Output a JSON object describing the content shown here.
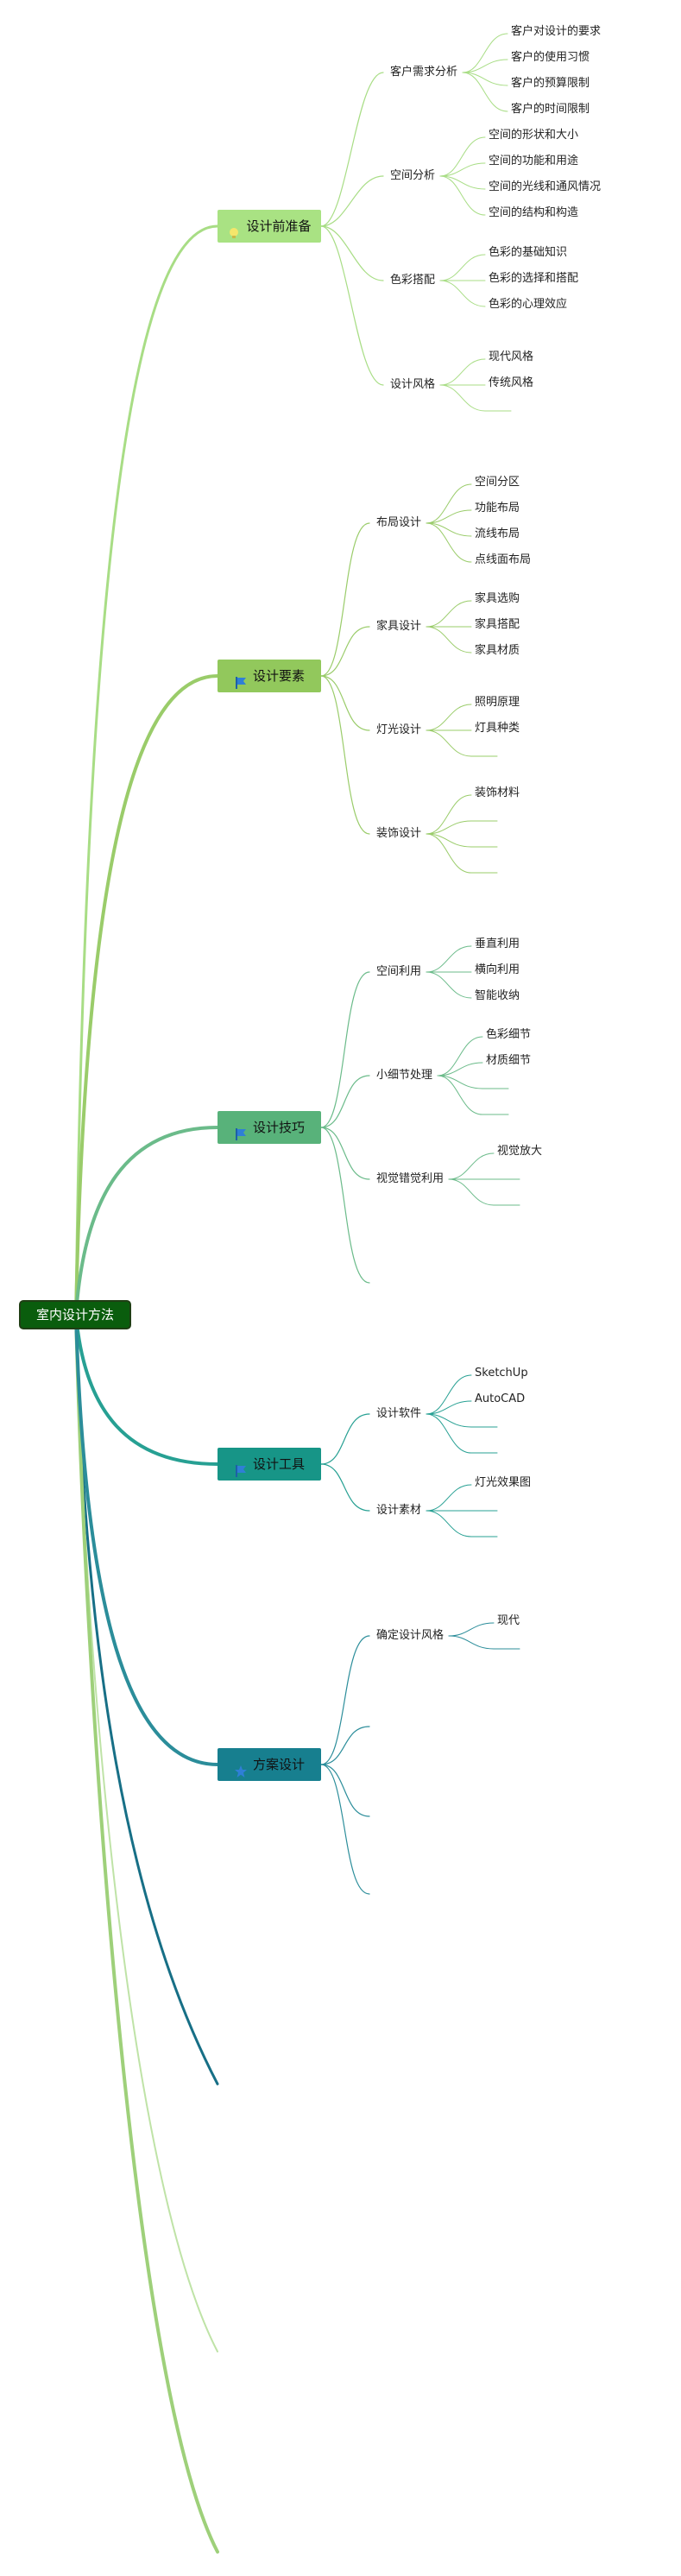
{
  "root": {
    "label": "室内设计方法"
  },
  "branches": [
    {
      "key": "prep",
      "label": "设计前准备",
      "icon": "lightbulb-icon",
      "colors": {
        "node": "#a9e283",
        "line": "#a8dd85",
        "icon": "#f4e66b"
      },
      "children": [
        {
          "label": "客户需求分析",
          "children": [
            "客户对设计的要求",
            "客户的使用习惯",
            "客户的预算限制",
            "客户的时间限制"
          ]
        },
        {
          "label": "空间分析",
          "children": [
            "空间的形状和大小",
            "空间的功能和用途",
            "空间的光线和通风情况",
            "空间的结构和构造"
          ]
        },
        {
          "label": "色彩搭配",
          "children": [
            "色彩的基础知识",
            "色彩的选择和搭配",
            "色彩的心理效应"
          ]
        },
        {
          "label": "设计风格",
          "children": [
            "现代风格",
            "传统风格",
            ""
          ]
        }
      ]
    },
    {
      "key": "elements",
      "label": "设计要素",
      "icon": "flag-icon",
      "colors": {
        "node": "#92c85c",
        "line": "#9acc6a",
        "icon": "#2f7fd6"
      },
      "children": [
        {
          "label": "布局设计",
          "children": [
            "空间分区",
            "功能布局",
            "流线布局",
            "点线面布局"
          ]
        },
        {
          "label": "家具设计",
          "children": [
            "家具选购",
            "家具搭配",
            "家具材质"
          ]
        },
        {
          "label": "灯光设计",
          "children": [
            "照明原理",
            "灯具种类",
            ""
          ]
        },
        {
          "label": "装饰设计",
          "children": [
            "装饰材料",
            "",
            "",
            ""
          ]
        }
      ]
    },
    {
      "key": "tips",
      "label": "设计技巧",
      "icon": "flag-icon",
      "colors": {
        "node": "#58b27a",
        "line": "#6bbb8a",
        "icon": "#2f7fd6"
      },
      "children": [
        {
          "label": "空间利用",
          "children": [
            "垂直利用",
            "横向利用",
            "智能收纳"
          ]
        },
        {
          "label": "小细节处理",
          "children": [
            "色彩细节",
            "材质细节",
            "",
            ""
          ]
        },
        {
          "label": "视觉错觉利用",
          "children": [
            "视觉放大",
            "",
            ""
          ]
        },
        {
          "label": "",
          "children": []
        }
      ]
    },
    {
      "key": "tools",
      "label": "设计工具",
      "icon": "flag-icon",
      "colors": {
        "node": "#179587",
        "line": "#27a093",
        "icon": "#2f7fd6"
      },
      "children": [
        {
          "label": "设计软件",
          "children": [
            "SketchUp",
            "AutoCAD",
            "",
            ""
          ]
        },
        {
          "label": "设计素材",
          "children": [
            "灯光效果图",
            "",
            ""
          ]
        }
      ]
    },
    {
      "key": "plan",
      "label": "方案设计",
      "icon": "star-icon",
      "colors": {
        "node": "#177f8f",
        "line": "#2b8d9a",
        "icon": "#2f7fd6"
      },
      "children": [
        {
          "label": "确定设计风格",
          "children": [
            "现代",
            ""
          ]
        },
        {
          "label": "",
          "children": []
        },
        {
          "label": "",
          "children": []
        },
        {
          "label": "",
          "children": []
        }
      ]
    }
  ]
}
